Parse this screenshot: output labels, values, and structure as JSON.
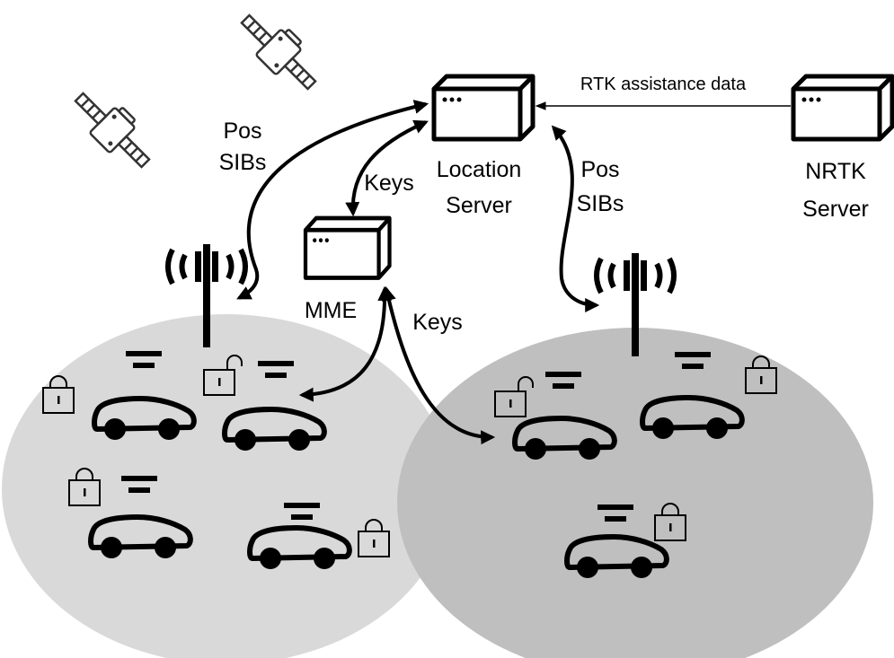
{
  "colors": {
    "left_cell": "#d9d9d9",
    "right_cell": "#bfbfbf",
    "stroke": "#000000"
  },
  "labels": {
    "rtk_assistance": "RTK assistance data",
    "location_server": [
      "Location",
      "Server"
    ],
    "nrtk_server": [
      "NRTK",
      "Server"
    ],
    "mme": "MME",
    "keys_top": "Keys",
    "keys_bottom": "Keys",
    "pos_sibs_left": [
      "Pos",
      "SIBs"
    ],
    "pos_sibs_right": [
      "Pos",
      "SIBs"
    ]
  },
  "icons": [
    "satellite-icon",
    "server-icon",
    "cell-tower-icon",
    "car-icon",
    "lock-closed-icon",
    "lock-open-icon",
    "signal-bars-icon"
  ]
}
